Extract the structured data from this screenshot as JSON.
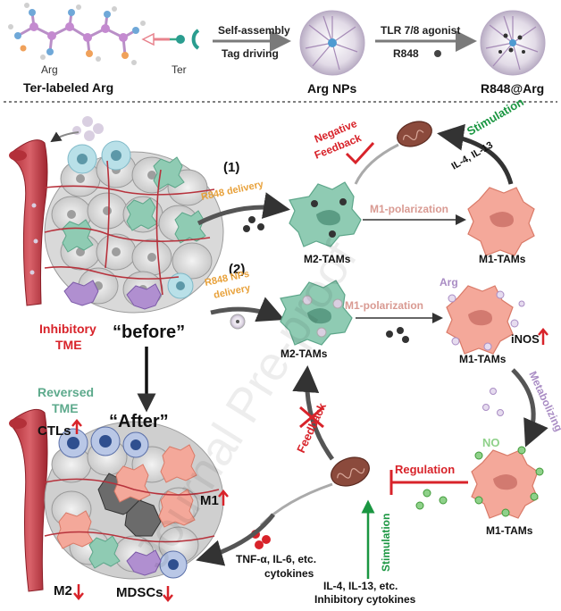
{
  "top": {
    "arg_label": "Arg",
    "ter_label": "Ter",
    "ter_labeled_arg": "Ter-labeled Arg",
    "self_assembly": "Self-assembly",
    "tag_driving": "Tag driving",
    "arg_nps": "Arg NPs",
    "tlr_agonist": "TLR 7/8 agonist",
    "r848": "R848",
    "r848_at_arg": "R848@Arg"
  },
  "left": {
    "inhibitory_tme_1": "Inhibitory",
    "inhibitory_tme_2": "TME",
    "before": "“before”",
    "reversed_tme_1": "Reversed",
    "reversed_tme_2": "TME",
    "after": "“After”",
    "ctls": "CTLs",
    "m1": "M1",
    "m2": "M2",
    "mdscs": "MDSCs"
  },
  "pathway1": {
    "number": "(1)",
    "delivery": "R848 delivery",
    "m1_polarization": "M1-polarization",
    "m2_tams": "M2-TAMs",
    "m1_tams": "M1-TAMs",
    "negative_1": "Negative",
    "negative_2": "Feedback",
    "stimulation": "Stimulation",
    "il": "IL-4, IL-13"
  },
  "pathway2": {
    "number": "(2)",
    "delivery_1": "R848 NPs",
    "delivery_2": "delivery",
    "m1_polarization": "M1-polarization",
    "arg": "Arg",
    "inos": "iNOS",
    "m2_tams": "M2-TAMs",
    "m1_tams": "M1-TAMs",
    "metabolizing": "Metabolizing",
    "no": "NO",
    "regulation": "Regulation",
    "m1_tams_2": "M1-TAMs",
    "feedback": "Feedback",
    "stimulation": "Stimulation",
    "cytokines_1": "TNF-α,  IL-6, etc.",
    "cytokines_2": "cytokines",
    "inhib_1": "IL-4, IL-13, etc.",
    "inhib_2": "Inhibitory cytokines"
  },
  "watermark": "Journal Pre-proof",
  "colors": {
    "red": "#d8232a",
    "green": "#1a9641",
    "orange": "#e8a13a",
    "purple": "#a98cc4",
    "m2_cell": "#8fcbb3",
    "m1_cell": "#f4a89a",
    "mito": "#8b4a3c"
  }
}
